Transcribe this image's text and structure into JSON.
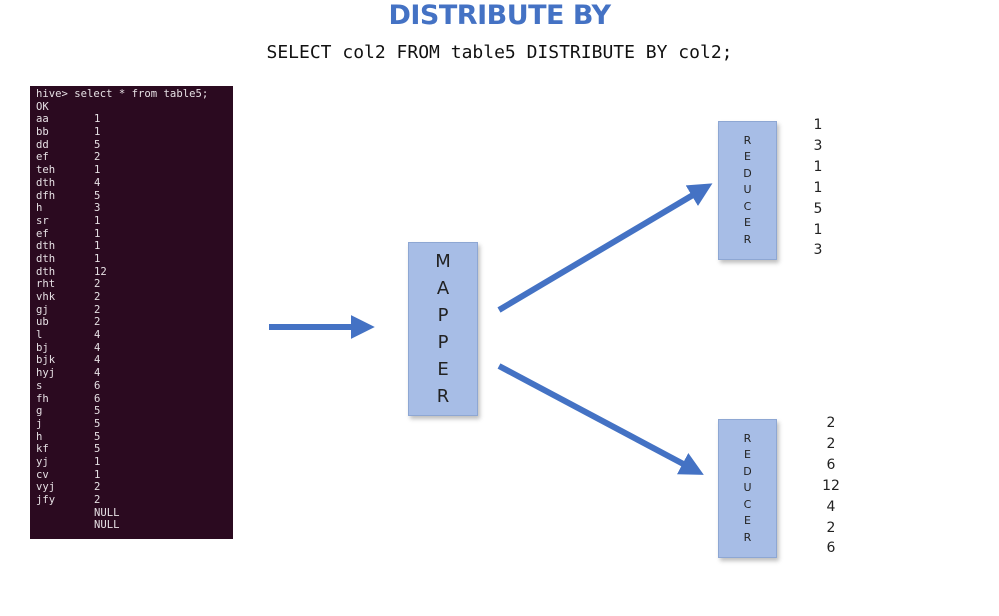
{
  "title": "DISTRIBUTE BY",
  "query": "SELECT col2 FROM table5 DISTRIBUTE BY col2;",
  "terminal": {
    "prompt": "hive> select * from table5;",
    "status": "OK",
    "rows": [
      [
        "aa",
        "1"
      ],
      [
        "bb",
        "1"
      ],
      [
        "dd",
        "5"
      ],
      [
        "ef",
        "2"
      ],
      [
        "teh",
        "1"
      ],
      [
        "dth",
        "4"
      ],
      [
        "dfh",
        "5"
      ],
      [
        "h",
        "3"
      ],
      [
        "sr",
        "1"
      ],
      [
        "ef",
        "1"
      ],
      [
        "dth",
        "1"
      ],
      [
        "dth",
        "1"
      ],
      [
        "dth",
        "12"
      ],
      [
        "rht",
        "2"
      ],
      [
        "vhk",
        "2"
      ],
      [
        "gj",
        "2"
      ],
      [
        "ub",
        "2"
      ],
      [
        "l",
        "4"
      ],
      [
        "bj",
        "4"
      ],
      [
        "bjk",
        "4"
      ],
      [
        "hyj",
        "4"
      ],
      [
        "s",
        "6"
      ],
      [
        "fh",
        "6"
      ],
      [
        "g",
        "5"
      ],
      [
        "j",
        "5"
      ],
      [
        "h",
        "5"
      ],
      [
        "kf",
        "5"
      ],
      [
        "yj",
        "1"
      ],
      [
        "cv",
        "1"
      ],
      [
        "vyj",
        "2"
      ],
      [
        "jfy",
        "2"
      ],
      [
        "",
        "NULL"
      ],
      [
        "",
        "NULL"
      ]
    ]
  },
  "mapper": {
    "letters": [
      "M",
      "A",
      "P",
      "P",
      "E",
      "R"
    ]
  },
  "reducers": [
    {
      "letters": [
        "R",
        "E",
        "D",
        "U",
        "C",
        "E",
        "R"
      ],
      "values": [
        "1",
        "3",
        "1",
        "1",
        "5",
        "1",
        "3"
      ]
    },
    {
      "letters": [
        "R",
        "E",
        "D",
        "U",
        "C",
        "E",
        "R"
      ],
      "values": [
        "2",
        "2",
        "6",
        "12",
        "4",
        "2",
        "6"
      ]
    }
  ],
  "colors": {
    "accent": "#4472c4",
    "box": "#a7bde6",
    "terminal_bg": "#2b0a20"
  }
}
